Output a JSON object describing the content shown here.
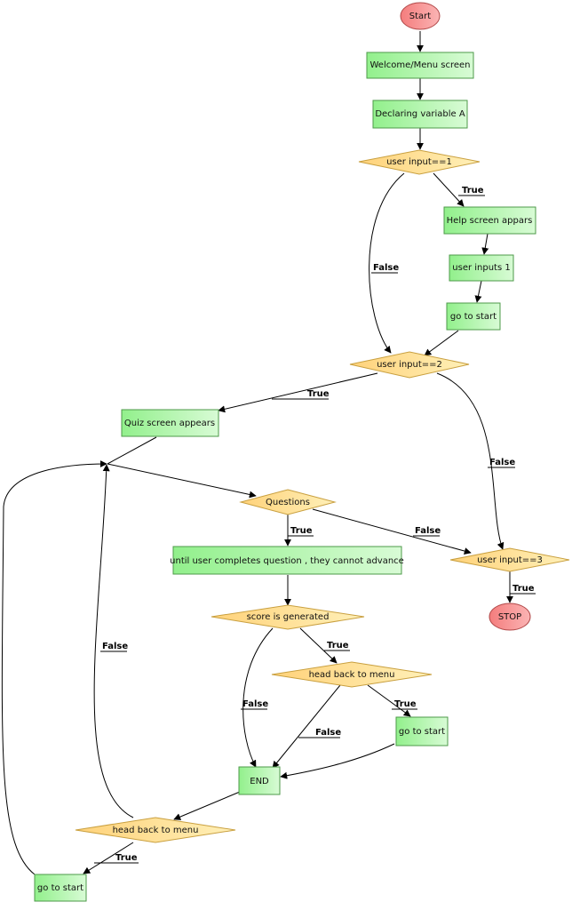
{
  "colors": {
    "terminal": "#f78b8b",
    "terminal_stroke": "#b24a4a",
    "process": "#a9f5a4",
    "process_stroke": "#4e9a4a",
    "decision": "#ffd88a",
    "decision_stroke": "#c9a040",
    "line": "#000000"
  },
  "nodes": {
    "start": "Start",
    "welcome": "Welcome/Menu screen",
    "declare": "Declaring variable A",
    "d1": "user input==1",
    "help": "Help screen appars",
    "inputs1": "user inputs 1",
    "goto1": "go to start",
    "d2": "user input==2",
    "quiz": "Quiz screen appears",
    "questions": "Questions",
    "advance": "until user completes question , they cannot advance",
    "d3": "user input==3",
    "stop": "STOP",
    "score": "score is generated",
    "hb1": "head back to menu",
    "goto2": "go to start",
    "end": "END",
    "hb2": "head back to menu",
    "goto3": "go to start"
  },
  "edge_labels": {
    "true_d1": "True",
    "false_d1": "False",
    "true_d2": "True",
    "false_d2": "False",
    "true_q": "True",
    "false_q": "False",
    "true_d3": "True",
    "true_score": "True",
    "false_score": "False",
    "true_hb1": "True",
    "false_hb1": "False",
    "false_hb2": "False",
    "true_hb2": "True"
  }
}
